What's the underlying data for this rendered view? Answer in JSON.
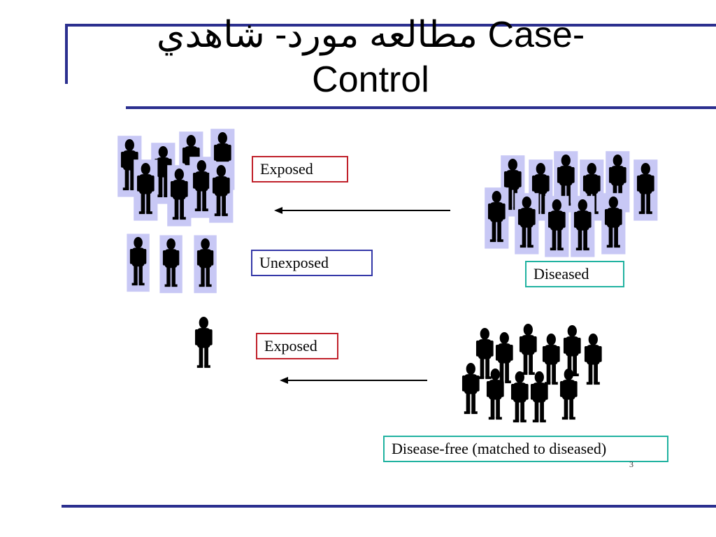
{
  "title": {
    "line1": "مطالعه مورد- شاهدي  Case-",
    "line2": "Control"
  },
  "labels": {
    "exposed_top": "Exposed",
    "unexposed": "Unexposed",
    "diseased": "Diseased",
    "exposed_bottom": "Exposed",
    "disease_free": "Disease-free (matched to diseased)"
  },
  "page_number": "3",
  "colors": {
    "rule": "#2b2f8f",
    "figure_fill": "#000000",
    "highlight": "#c8c8f5",
    "exposed_border": "#c0202a",
    "unexposed_border": "#3438a8",
    "group_border": "#20b2a0"
  },
  "icons": [
    "person-icon",
    "arrow-left-icon"
  ]
}
